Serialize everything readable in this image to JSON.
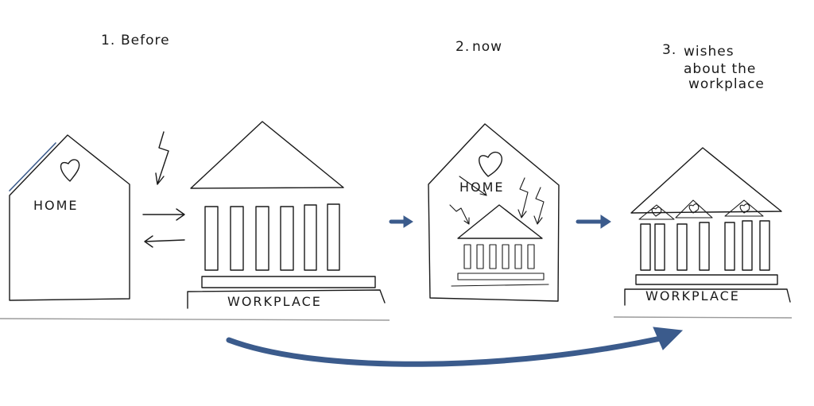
{
  "stages": [
    {
      "number": "1.",
      "title": "Before"
    },
    {
      "number": "2.",
      "title": "now"
    },
    {
      "number": "3.",
      "title": "wishes",
      "title_line2": "about the",
      "title_line3": "workplace"
    }
  ],
  "labels": {
    "home": "HOME",
    "workplace": "WORKPLACE"
  },
  "colors": {
    "ink": "#1a1a1a",
    "arrow_blue": "#3b5b8c",
    "ground_line": "#9a9a9a"
  }
}
